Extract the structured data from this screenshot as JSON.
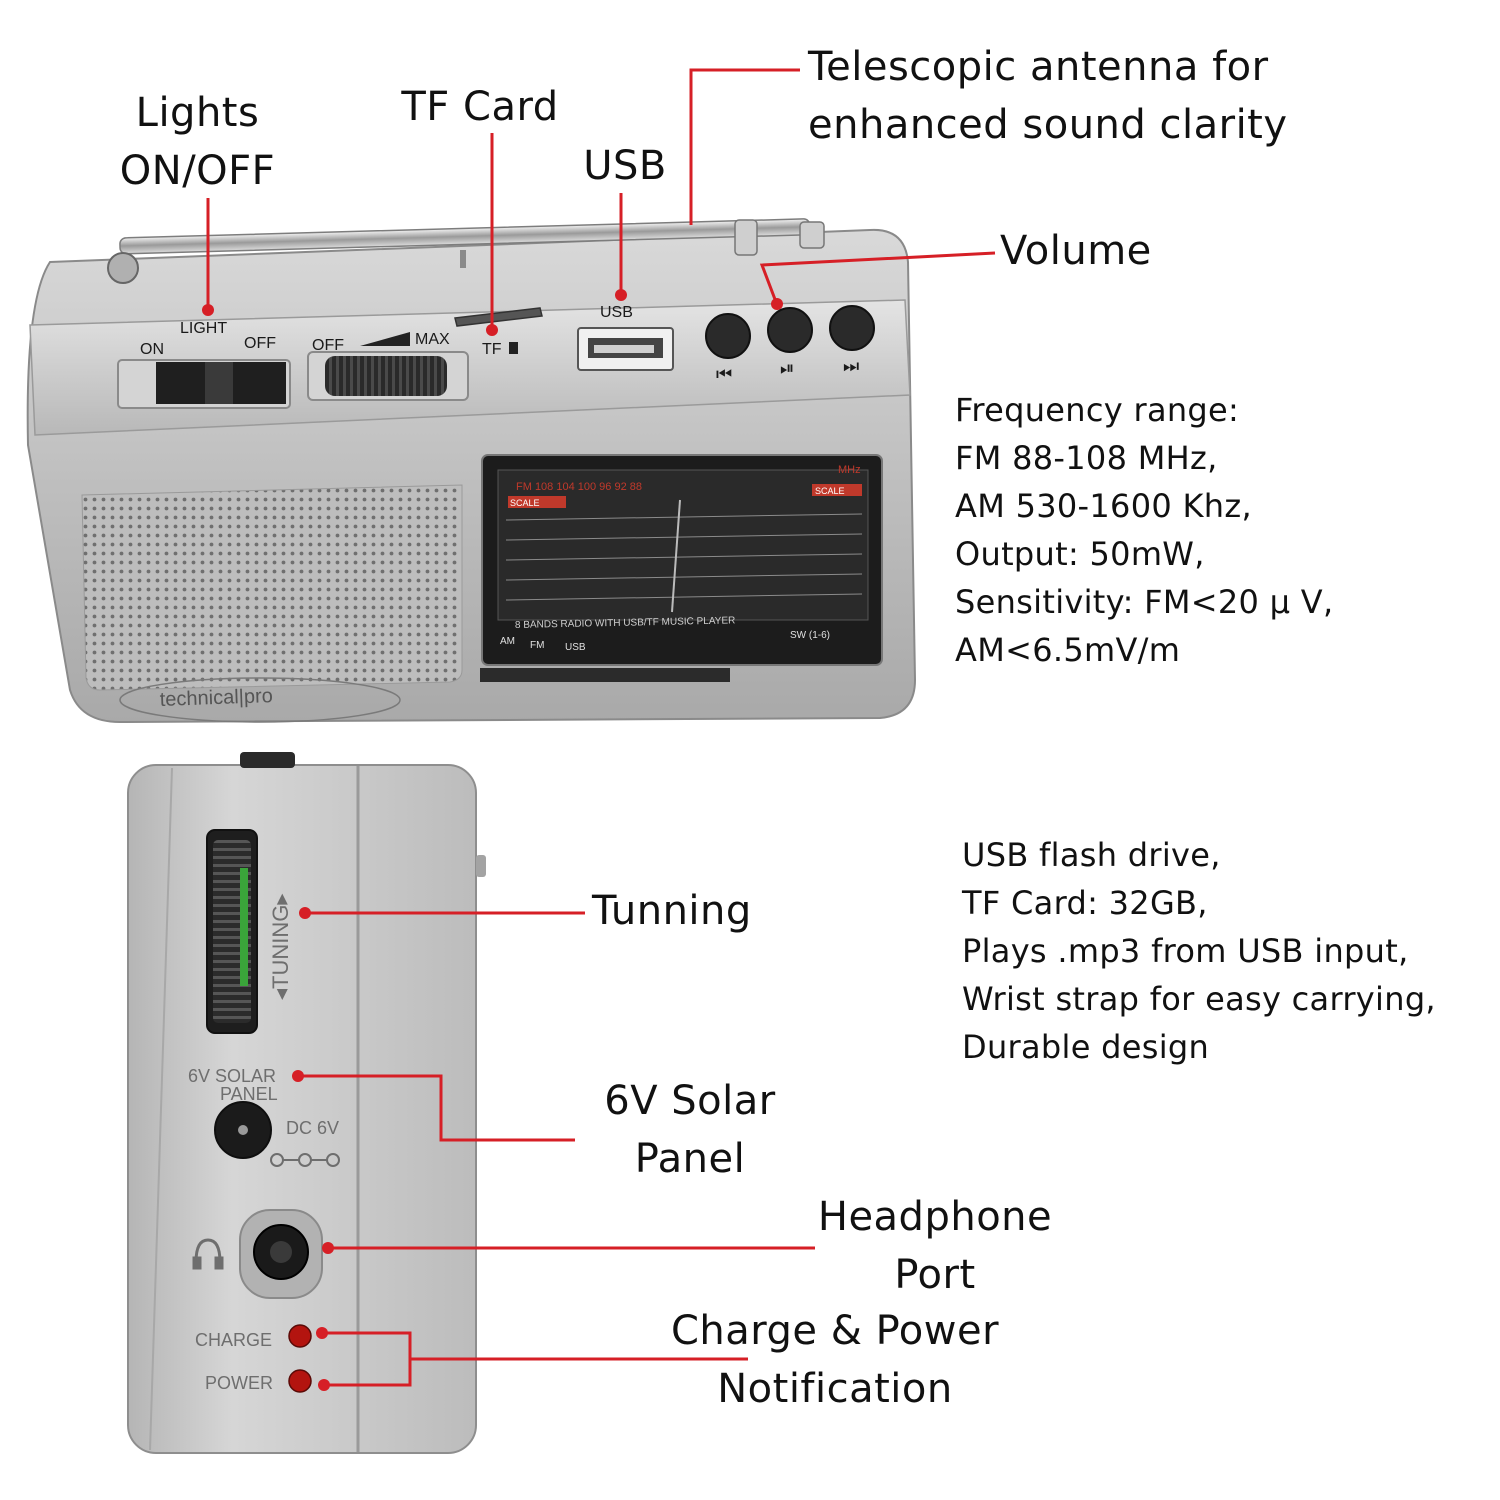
{
  "callouts": {
    "lights": "Lights\nON/OFF",
    "tf_card": "TF Card",
    "usb": "USB",
    "antenna": "Telescopic antenna for\nenhanced sound clarity",
    "volume": "Volume",
    "tunning": "Tunning",
    "solar": "6V Solar\nPanel",
    "headphone": "Headphone\nPort",
    "charge_power": "Charge & Power\nNotification"
  },
  "specs": {
    "frequency": "Frequency range:\nFM 88-108 MHz,\nAM 530-1600 Khz,\nOutput: 50mW,\nSensitivity: FM<20 μ V,\nAM<6.5mV/m",
    "features": "USB flash drive,\nTF Card: 32GB,\nPlays .mp3 from USB input,\nWrist strap for easy carrying,\nDurable design"
  },
  "radio_labels": {
    "light": "LIGHT",
    "on": "ON",
    "off": "OFF",
    "vol_off": "OFF",
    "vol_max": "MAX",
    "tf": "TF",
    "usb": "USB",
    "prev": "⏮",
    "play_pause": "⏯",
    "next": "⏭",
    "fm_scale": "FM  108  104  100   96  92   88",
    "mhz": "MHz",
    "scale_left": "SCALE",
    "scale_right": "SCALE",
    "band_banner": "8 BANDS RADIO WITH USB/TF MUSIC PLAYER",
    "am": "AM",
    "fm": "FM",
    "usb_band": "USB",
    "sw_range": "SW (1-6)",
    "brand": "technical|pro"
  },
  "side_labels": {
    "tuning": "◂TUNING▸",
    "solar_panel_1": "6V SOLAR",
    "solar_panel_2": "PANEL",
    "dc": "DC 6V",
    "charge": "CHARGE",
    "power": "POWER"
  },
  "colors": {
    "leader": "#d61f26",
    "body": "#c4c4c4",
    "led": "#b3140f"
  }
}
